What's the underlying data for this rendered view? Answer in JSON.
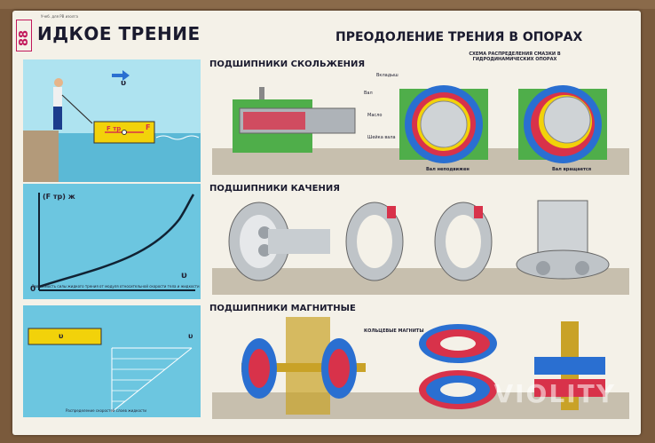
{
  "poster": {
    "corner_number": "88",
    "small_print": "Учеб. для РВ изолга",
    "title_left": "ИДКОЕ ТРЕНИЕ",
    "title_right": "ПРЕОДОЛЕНИЕ ТРЕНИЯ В ОПОРАХ",
    "section_sliding": "ПОДШИПНИКИ СКОЛЬЖЕНИЯ",
    "section_rolling": "ПОДШИПНИКИ КАЧЕНИЯ",
    "section_magnetic": "ПОДШИПНИКИ МАГНИТНЫЕ",
    "scheme_caption": "СХЕМА РАСПРЕДЕЛЕНИЯ СМАЗКИ В ГИДРОДИНАМИЧЕСКИХ ОПОРАХ",
    "label_vkladysh": "Вкладыш",
    "label_val": "Вал",
    "label_maslo": "Масло",
    "label_sheika": "Шейка вала",
    "label_val_nepodvizhen": "Вал неподвижен",
    "label_val_vrashchaetsya": "Вал вращается",
    "label_magnets": "КОЛЬЦЕВЫЕ МАГНИТЫ",
    "panel1_v": "υ",
    "panel1_F": "F",
    "panel1_Ftr": "F тр",
    "panel2_axis_y": "(F тр) ж",
    "panel2_axis_x": "υ",
    "panel2_origin": "0",
    "panel2_caption": "Зависимость силы жидкого трения от модуля относительной скорости тела и жидкости",
    "panel3_v": "υ",
    "panel3_v2": "υ",
    "panel3_caption": "Распределение скоростей слоев жидкости",
    "watermark": "VIOLITY"
  },
  "colors": {
    "accent_red": "#d8324a",
    "blue": "#2a6fd1",
    "green": "#4fae4a",
    "yellow": "#f2d20a"
  }
}
